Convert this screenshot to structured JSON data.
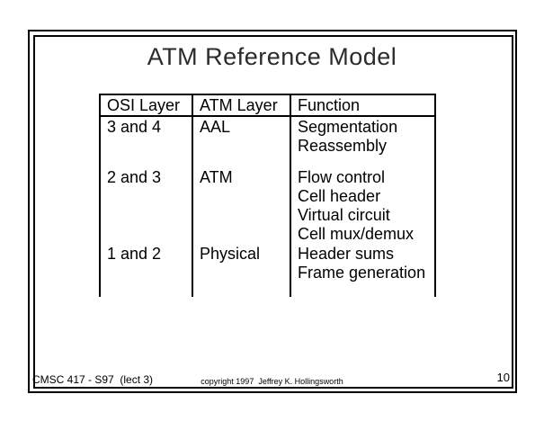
{
  "slide": {
    "title": "ATM Reference Model",
    "page_number": "10",
    "footer": {
      "left": "CMSC 417 - S97  (lect 3)",
      "center": "copyright 1997  Jeffrey K. Hollingsworth"
    },
    "table": {
      "headers": [
        "OSI Layer",
        "ATM Layer",
        "Function"
      ],
      "rows": [
        {
          "osi_layer": "3 and 4",
          "atm_layer": "AAL",
          "functions": [
            "Segmentation",
            "Reassembly"
          ]
        },
        {
          "osi_layer": "2 and 3",
          "atm_layer": "ATM",
          "functions": [
            "Flow control",
            "Cell header",
            "Virtual circuit",
            "Cell mux/demux"
          ]
        },
        {
          "osi_layer": "1 and 2",
          "atm_layer": "Physical",
          "functions": [
            "Header sums",
            "Frame generation"
          ]
        }
      ]
    },
    "colors": {
      "background": "#ffffff",
      "border": "#000000",
      "text": "#000000",
      "title": "#2b2b2b"
    }
  }
}
